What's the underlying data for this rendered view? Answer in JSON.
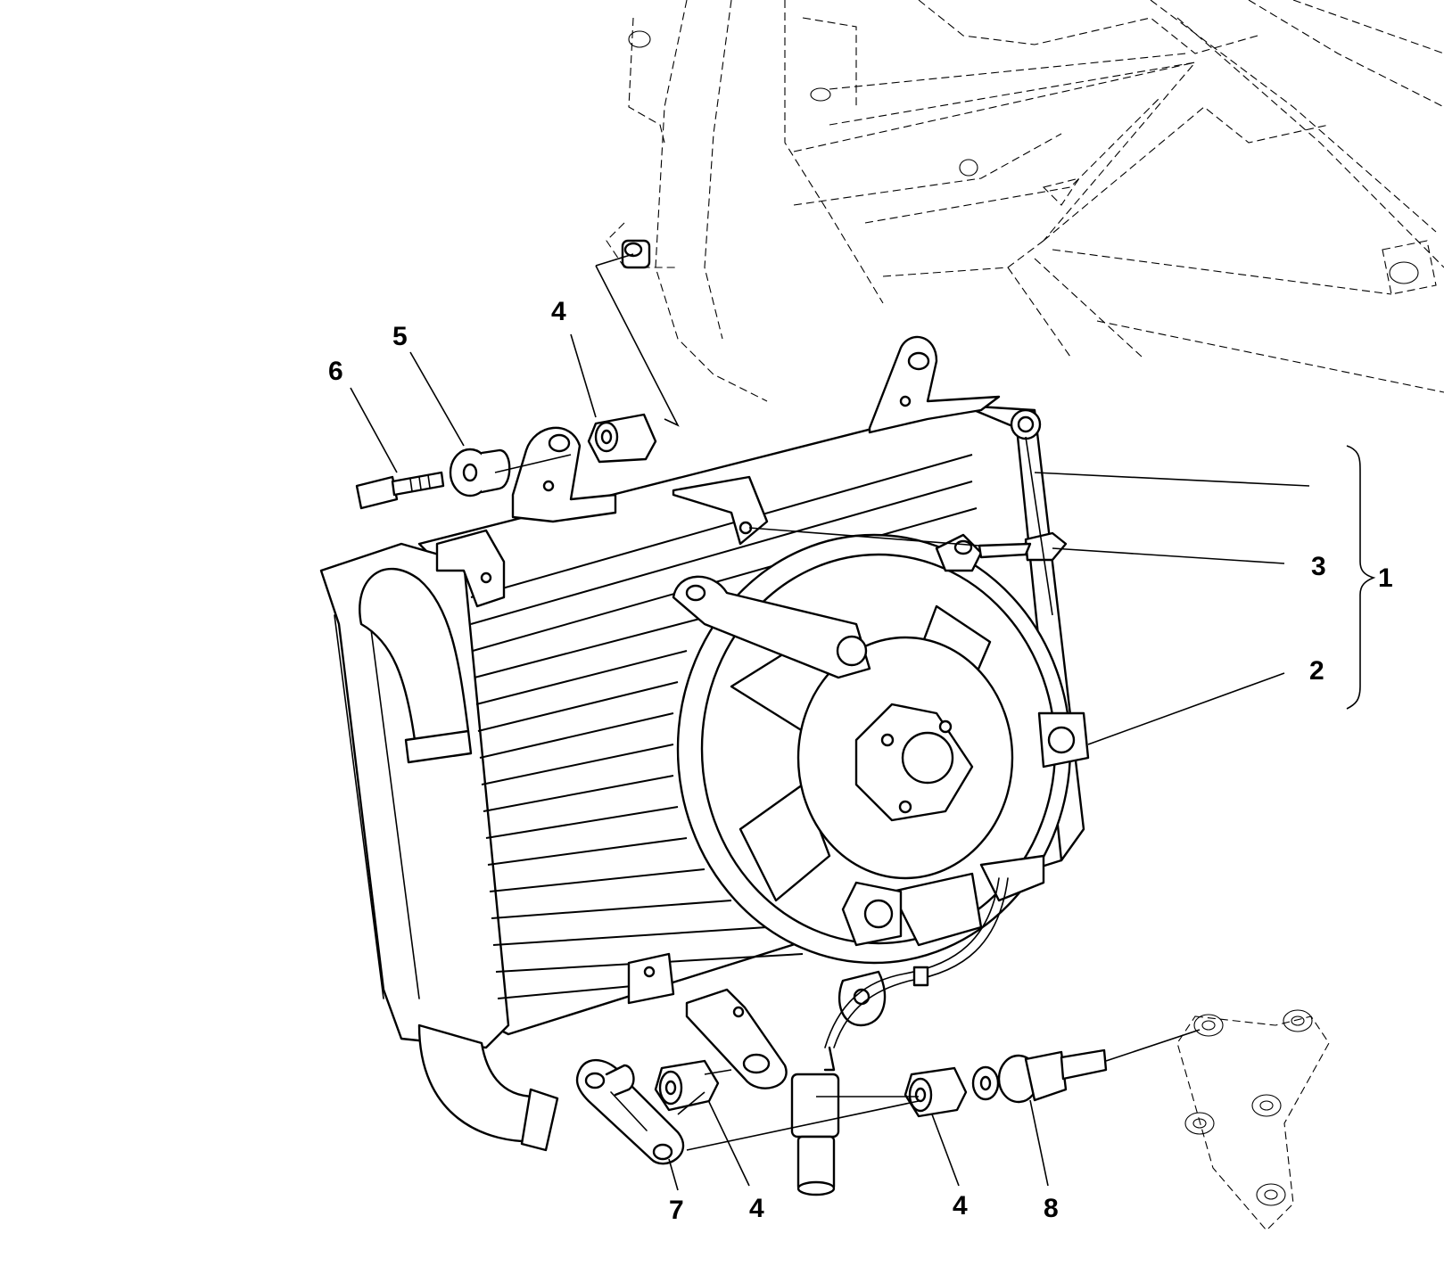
{
  "callouts": {
    "c1": "1",
    "c2": "2",
    "c3": "3",
    "c4a": "4",
    "c4b": "4",
    "c4c": "4",
    "c5": "5",
    "c6": "6",
    "c7": "7",
    "c8": "8"
  }
}
